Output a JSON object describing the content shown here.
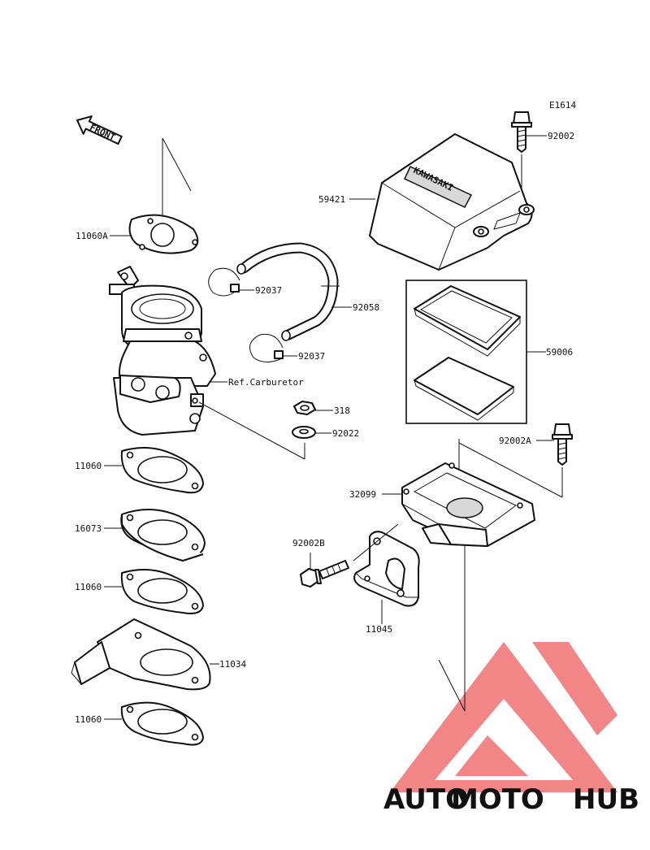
{
  "diagram_code": "E1614",
  "front_label": "FRONT",
  "ref_label": "Ref.Carburetor",
  "cover_lettering": "KAWASAKI",
  "parts": {
    "p11060A": "11060A",
    "p92037_top": "92037",
    "p92058": "92058",
    "p92037_bottom": "92037",
    "p318": "318",
    "p92022": "92022",
    "p11060_1": "11060",
    "p16073": "16073",
    "p11060_2": "11060",
    "p11034": "11034",
    "p11060_3": "11060",
    "p92002": "92002",
    "p59421": "59421",
    "p59006": "59006",
    "p92002A": "92002A",
    "p32099": "32099",
    "p92002B": "92002B",
    "p11045": "11045"
  },
  "watermark": {
    "part1": "AUTO",
    "part2": "MOTO",
    "part3": "HUB",
    "colors": {
      "auto": "#f5b342",
      "moto": "#f08080",
      "hub": "#7a7a7a",
      "logo": "#f07070"
    }
  }
}
